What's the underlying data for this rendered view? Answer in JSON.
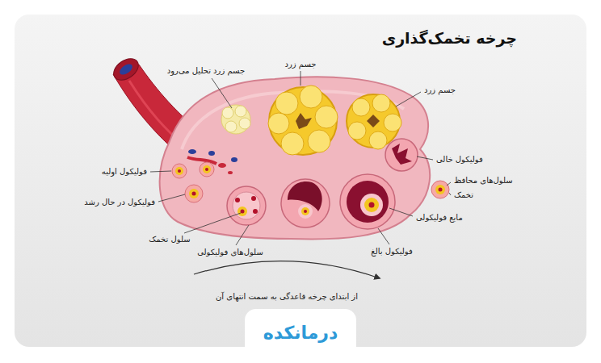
{
  "diagram": {
    "title": "چرخه تخمک‌گذاری",
    "labels": [
      "جسم زرد تحلیل می‌رود",
      "جسم زرد",
      "جسم زرد",
      "فولیکول خالی",
      "سلول‌های محافظ",
      "تخمک",
      "فولیکول اولیه",
      "فولیکول در حال رشد",
      "مایع فولیکولی",
      "سلول تخمک",
      "سلول‌های فولیکولی",
      "فولیکول بالغ",
      "از ابتدای چرخه قاعدگی به سمت انتهای آن",
      "درمانکده"
    ]
  }
}
